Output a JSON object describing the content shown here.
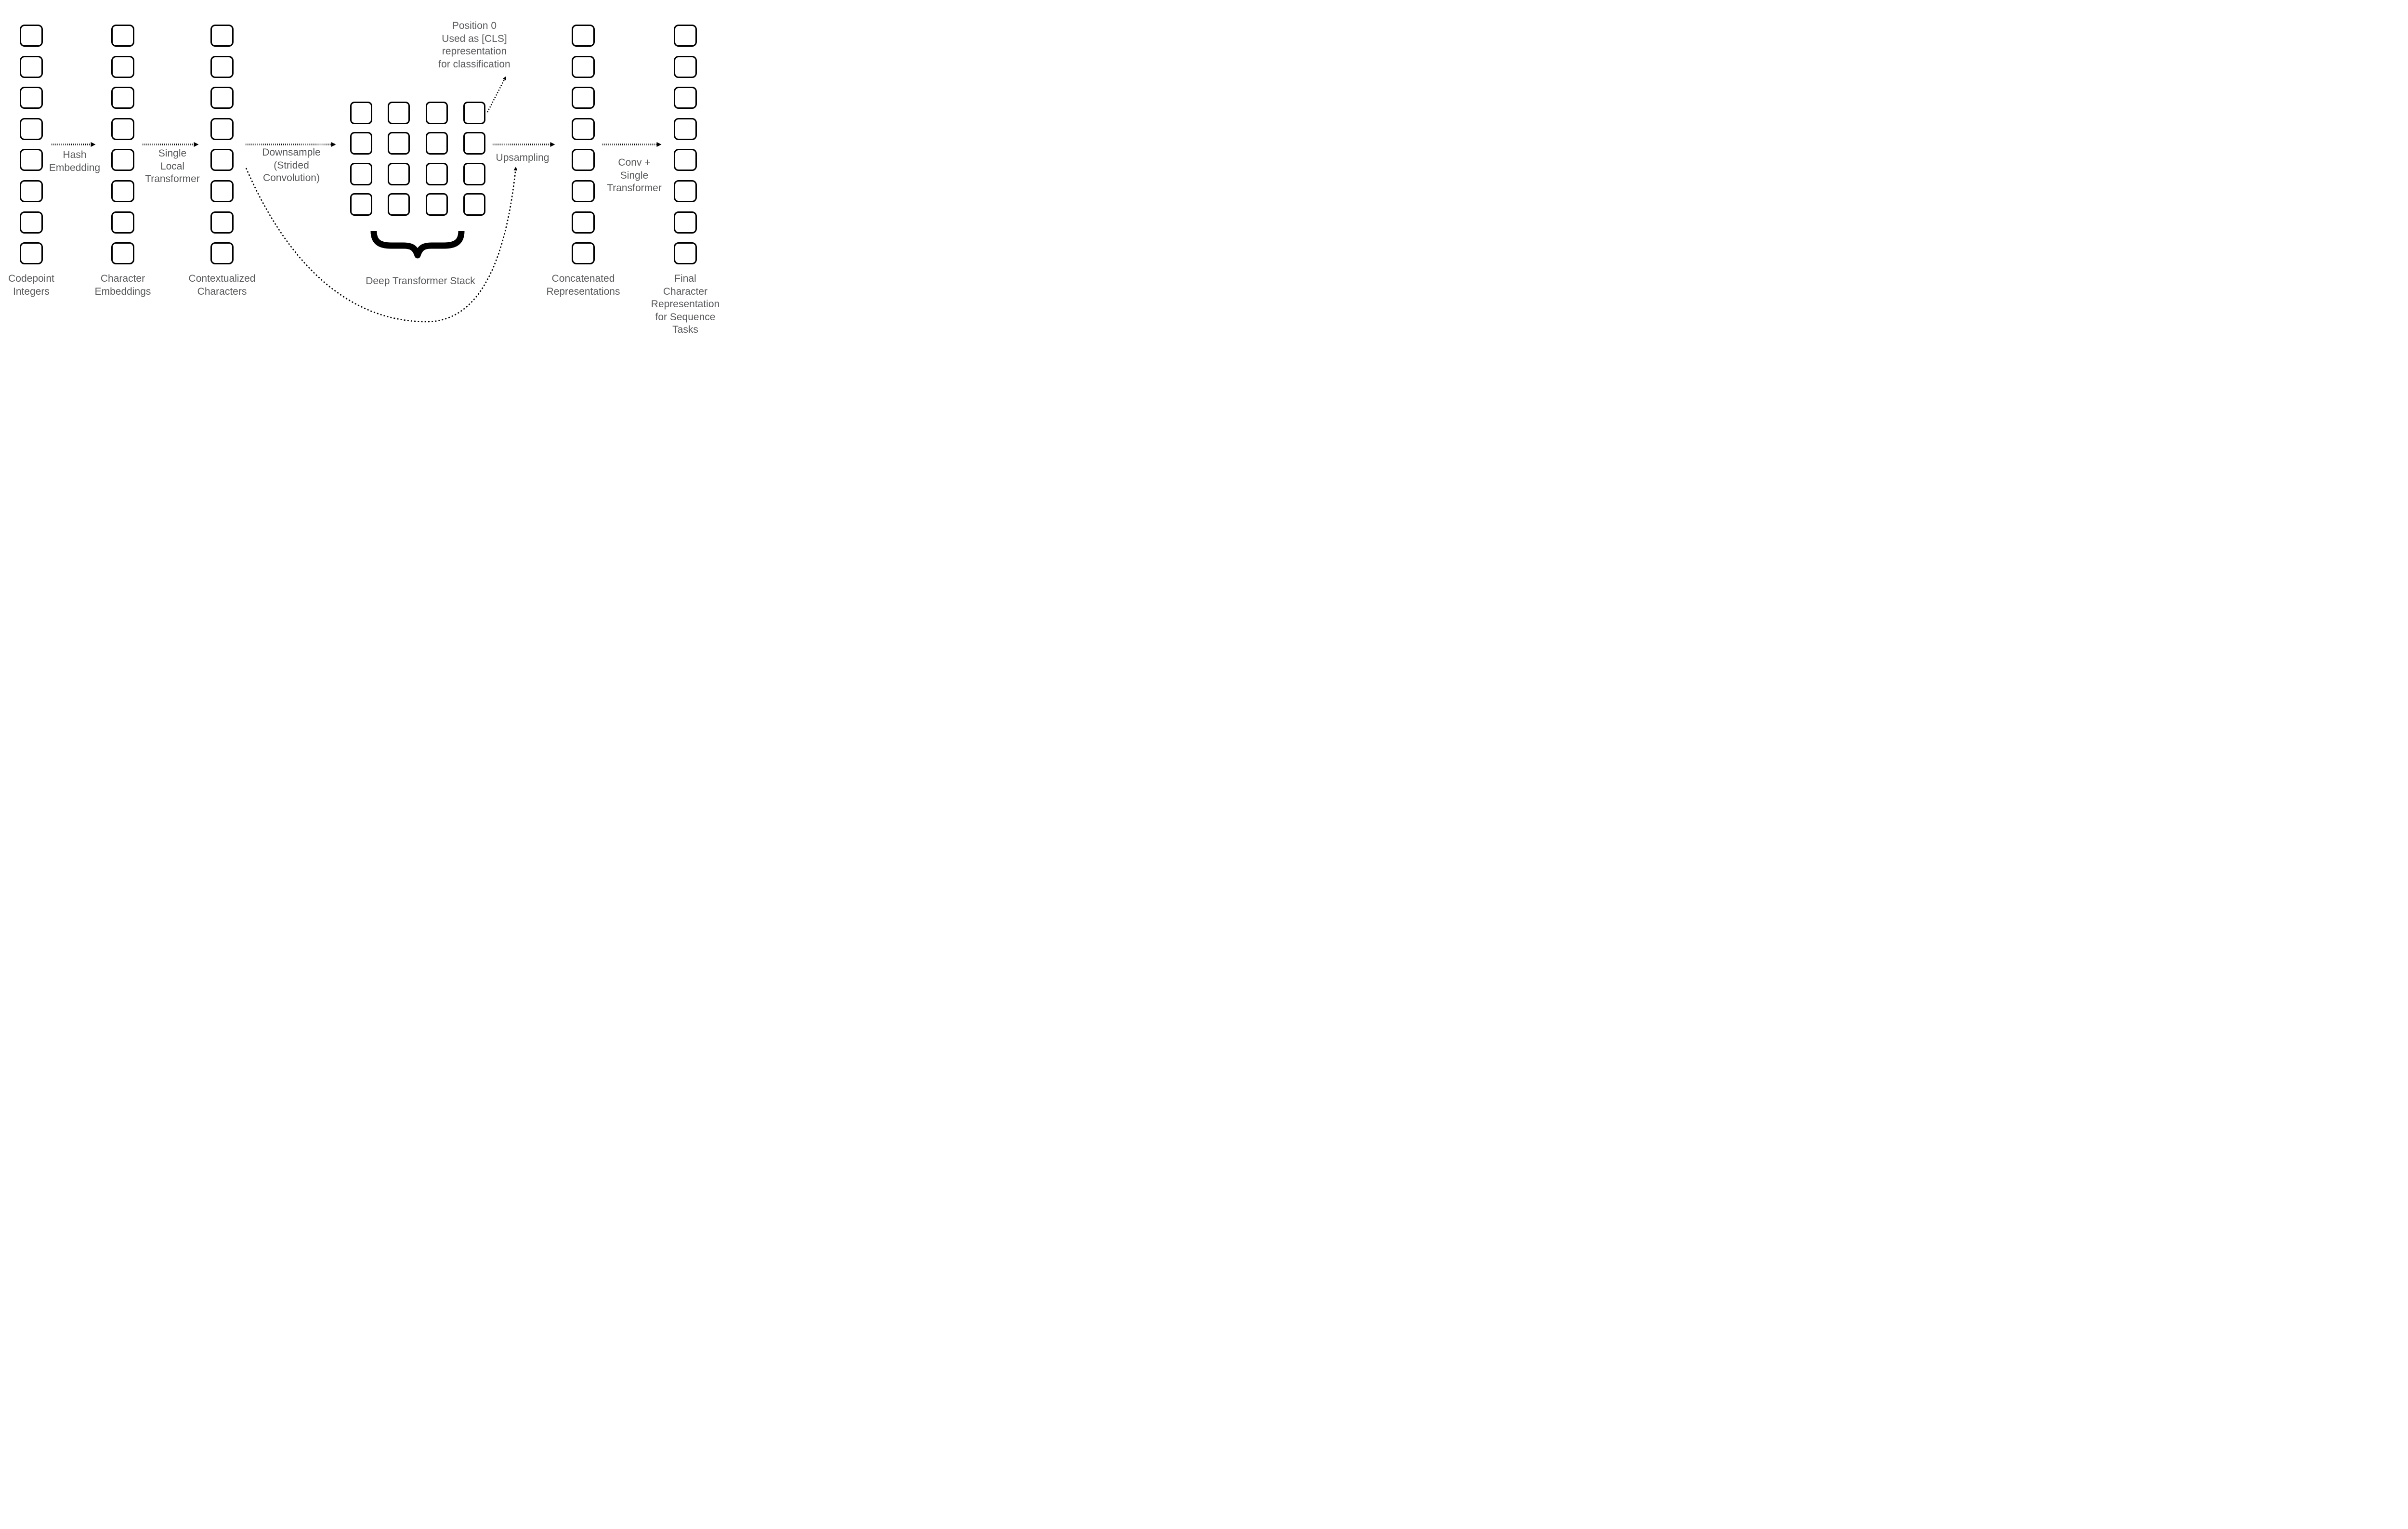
{
  "diagram": {
    "colors": {
      "background": "#ffffff",
      "box_border": "#000000",
      "arrow": "#000000",
      "text": "#58595b"
    },
    "token_columns": [
      {
        "id": "codepoint-integers",
        "label": "Codepoint\nIntegers",
        "count": 8
      },
      {
        "id": "character-embeddings",
        "label": "Character\nEmbeddings",
        "count": 8
      },
      {
        "id": "contextualized-characters",
        "label": "Contextualized\nCharacters",
        "count": 8
      },
      {
        "id": "concatenated-representations",
        "label": "Concatenated\nRepresentations",
        "count": 8
      },
      {
        "id": "final-character-representation",
        "label": "Final\nCharacter\nRepresentation\nfor Sequence Tasks",
        "count": 8
      }
    ],
    "grid": {
      "rows": 4,
      "cols": 4,
      "cell_count": 16,
      "label": "Deep Transformer Stack"
    },
    "arrows": [
      {
        "id": "hash-embedding",
        "label": "Hash\nEmbedding"
      },
      {
        "id": "single-local-transformer",
        "label": "Single\nLocal\nTransformer"
      },
      {
        "id": "downsample-strided-convolution",
        "label": "Downsample\n(Strided\nConvolution)"
      },
      {
        "id": "upsampling",
        "label": "Upsampling"
      },
      {
        "id": "conv-single-transformer",
        "label": "Conv +\nSingle\nTransformer"
      }
    ],
    "cls_note": "Position 0\nUsed as [CLS]\nrepresentation\nfor classification"
  }
}
